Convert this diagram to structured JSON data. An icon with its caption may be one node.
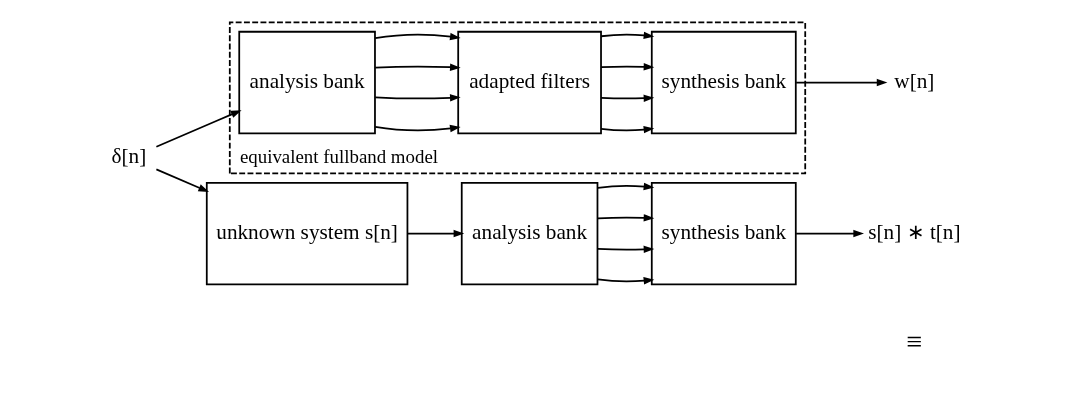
{
  "diagram": {
    "nodes": [
      {
        "text": [
          "δ[n]"
        ]
      },
      {
        "text": [
          "unknown system s[n]"
        ]
      },
      {
        "text": [
          "analysis bank"
        ]
      },
      {
        "text": [
          "synthesis bank"
        ]
      },
      {
        "text": [
          "s[n] ∗ t[n]"
        ]
      },
      {
        "text": [
          "equivalent fullband model"
        ]
      },
      {
        "text": [
          "analysis bank"
        ],
        "in": 5
      },
      {
        "text": [
          "adapted filters"
        ],
        "in": 5
      },
      {
        "text": [
          "synthesis bank"
        ],
        "in": 5
      },
      {
        "text": [
          "w[n]"
        ]
      }
    ],
    "edges": [
      {
        "from": 0,
        "to": 1,
        "arrow": "to"
      },
      {
        "from": 0,
        "to": 6,
        "arrow": "to"
      },
      {
        "from": 1,
        "to": 2,
        "arrow": "to"
      },
      {
        "from": 2,
        "to": 3,
        "arrow": "to"
      },
      {
        "from": 2,
        "to": 3,
        "arrow": "to"
      },
      {
        "from": 2,
        "to": 3,
        "arrow": "to"
      },
      {
        "from": 2,
        "to": 3,
        "arrow": "to"
      },
      {
        "from": 3,
        "to": 4,
        "arrow": "to"
      },
      {
        "from": 6,
        "to": 7,
        "arrow": "to"
      },
      {
        "from": 6,
        "to": 7,
        "arrow": "to"
      },
      {
        "from": 6,
        "to": 7,
        "arrow": "to"
      },
      {
        "from": 6,
        "to": 7,
        "arrow": "to"
      },
      {
        "from": 7,
        "to": 8,
        "arrow": "to"
      },
      {
        "from": 7,
        "to": 8,
        "arrow": "to"
      },
      {
        "from": 7,
        "to": 8,
        "arrow": "to"
      },
      {
        "from": 7,
        "to": 8,
        "arrow": "to"
      },
      {
        "from": 8,
        "to": 9,
        "arrow": "to"
      }
    ],
    "labels": [
      "≡"
    ]
  }
}
